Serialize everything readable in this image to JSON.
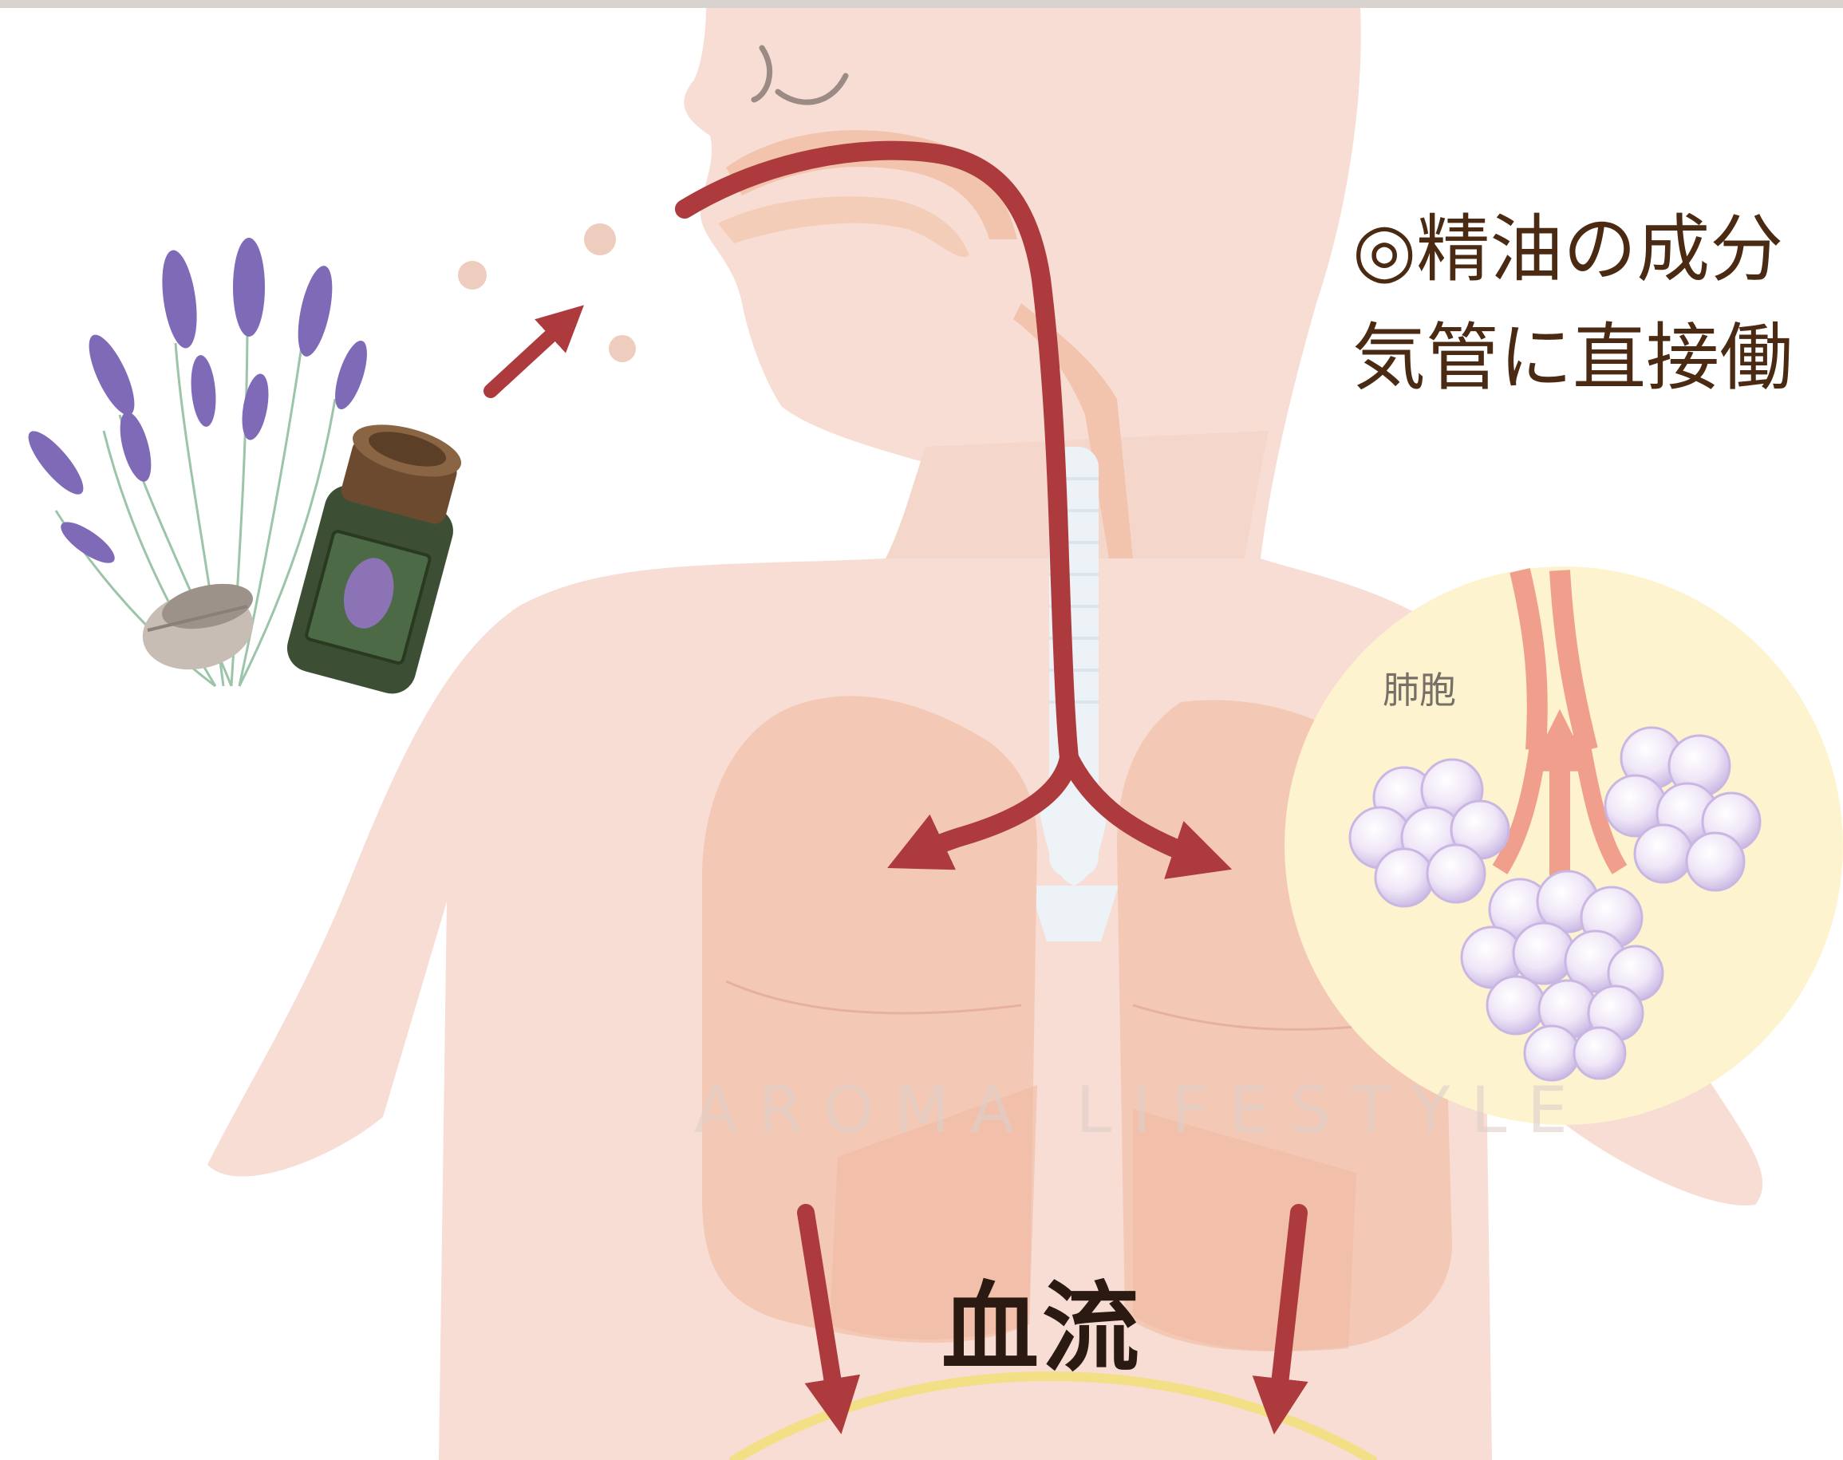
{
  "caption": {
    "line1": "◎精油の成分",
    "line2": "気管に直接働"
  },
  "labels": {
    "blood_flow": "血流",
    "alveoli": "肺胞",
    "watermark": "AROMA LIFESTYLE"
  },
  "colors": {
    "body": "#f7ddd3",
    "lungs": "#f3c9b6",
    "airway_arrow": "#ad3b3d",
    "bronchus": "#f09f8d",
    "alveoli_bubble": "#fdf4cf",
    "alveoli_cells": "#e2d4f0",
    "caption_text": "#4a2a12",
    "lavender": "#7f6ab8",
    "bottle": "#3c4e33"
  }
}
